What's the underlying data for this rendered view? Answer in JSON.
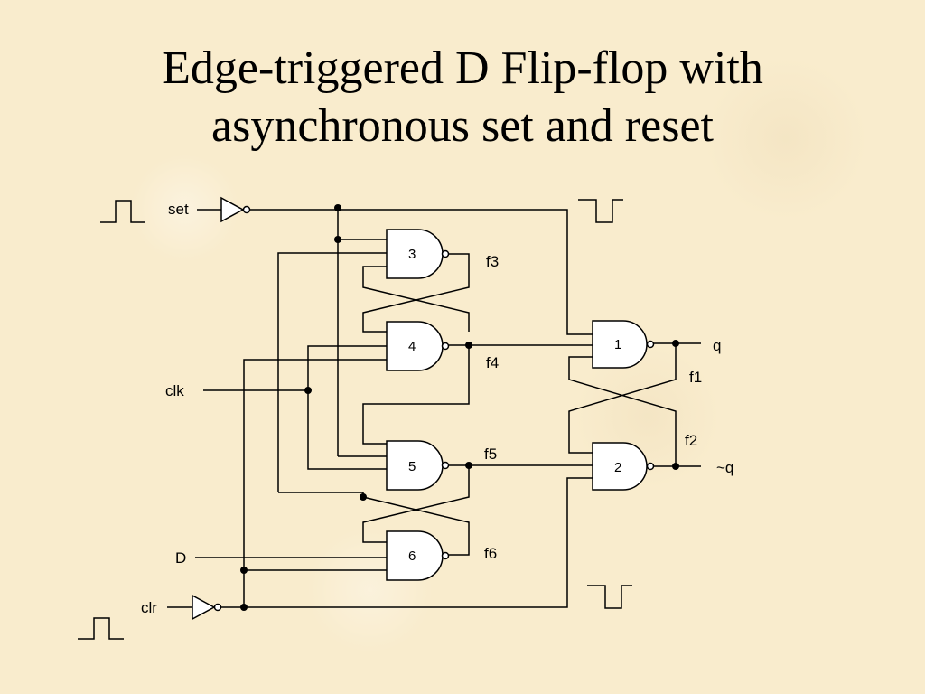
{
  "title": {
    "line1": "Edge-triggered D Flip-flop with",
    "line2": "asynchronous set and reset"
  },
  "inputs": {
    "set": "set",
    "clk": "clk",
    "d": "D",
    "clr": "clr"
  },
  "outputs": {
    "q": "q",
    "qbar": "~q"
  },
  "gates": {
    "g1": "1",
    "g2": "2",
    "g3": "3",
    "g4": "4",
    "g5": "5",
    "g6": "6"
  },
  "nets": {
    "f1": "f1",
    "f2": "f2",
    "f3": "f3",
    "f4": "f4",
    "f5": "f5",
    "f6": "f6"
  }
}
